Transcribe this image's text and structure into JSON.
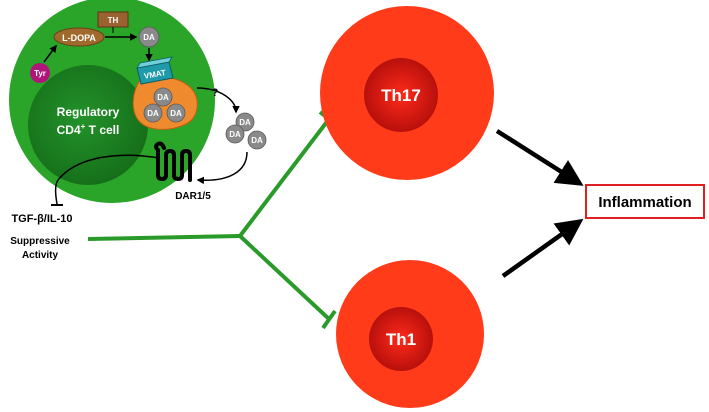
{
  "regulatory_cell": {
    "label_line1": "Regulatory",
    "label_line2_prefix": "CD4",
    "label_line2_superscript": "+",
    "label_line2_suffix": " T cell",
    "tyr": "Tyr",
    "ldopa": "L-DOPA",
    "th_enzyme": "TH",
    "vmat": "VMAT",
    "da": "DA",
    "question_mark": "?",
    "receptor": "DAR1/5"
  },
  "outputs": {
    "cytokines": "TGF-β/IL-10",
    "suppressive_line1": "Suppressive",
    "suppressive_line2": "Activity"
  },
  "cells": {
    "th17": "Th17",
    "th1": "Th1"
  },
  "outcome": {
    "label": "Inflammation"
  },
  "colors": {
    "treg_cell": "#2aa52a",
    "treg_nucleus": "#1a7a1a",
    "effector_cell": "#ff3b1a",
    "effector_nucleus": "#c8120e",
    "tyr": "#b0157a",
    "ldopa": "#a06a2c",
    "th_box": "#9a6230",
    "vmat": "#1f9aa8",
    "vesicle": "#f08a2e",
    "da": "#8a8a8a",
    "inhibit_line": "#2a9a2a",
    "box_border": "#e02020"
  }
}
